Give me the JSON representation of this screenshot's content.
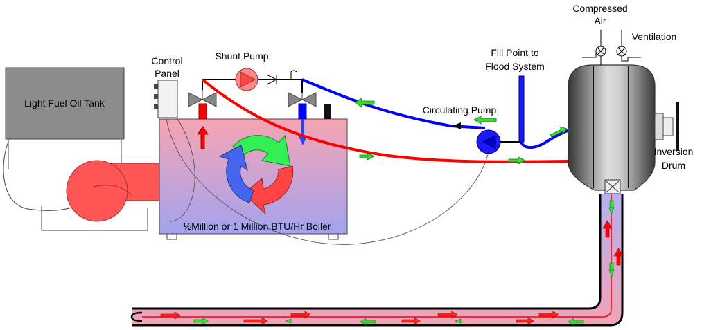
{
  "labels": {
    "fuel_tank": "Light Fuel Oil Tank",
    "control_panel_l1": "Control",
    "control_panel_l2": "Panel",
    "shunt_pump": "Shunt Pump",
    "fill_point_l1": "Fill Point to",
    "fill_point_l2": "Flood System",
    "circulating_pump": "Circulating Pump",
    "compressed_air_l1": "Compressed",
    "compressed_air_l2": "Air",
    "ventilation": "Ventilation",
    "inversion_drum_l1": "Inversion",
    "inversion_drum_l2": "Drum",
    "boiler": "½Million or 1 Million BTU/Hr Boiler"
  },
  "colors": {
    "supply_line": "#ff0000",
    "return_line": "#0000ff",
    "flow_arrow_green": "#33dd33",
    "flow_arrow_red": "#ff2222",
    "boiler_top": "#f7a8b8",
    "boiler_bottom": "#a6a6f0",
    "pump_red": "#ff5555",
    "tank_gray": "#8c8c8c"
  }
}
